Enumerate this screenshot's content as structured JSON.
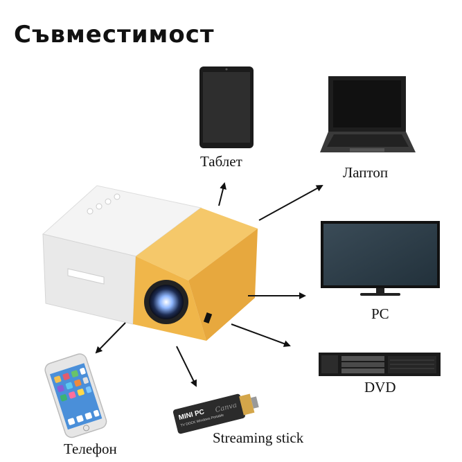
{
  "title": "Съвместимост",
  "devices": {
    "tablet": {
      "label": "Таблет",
      "icon": "tablet-icon"
    },
    "laptop": {
      "label": "Лаптоп",
      "icon": "laptop-icon"
    },
    "pc": {
      "label": "PC",
      "icon": "monitor-icon"
    },
    "dvd": {
      "label": "DVD",
      "icon": "dvd-player-icon"
    },
    "streaming_stick": {
      "label": "Streaming stick",
      "icon": "streaming-stick-icon",
      "stick_text": "MINI PC",
      "stick_subtext": "TV DOCK Windows Portable",
      "watermark": "Canva"
    },
    "phone": {
      "label": "Телефон",
      "icon": "smartphone-icon"
    }
  },
  "center": {
    "icon": "mini-projector-icon"
  },
  "colors": {
    "projector_body": "#f2f2f2",
    "projector_accent": "#f0b64a",
    "arrow": "#111111"
  }
}
